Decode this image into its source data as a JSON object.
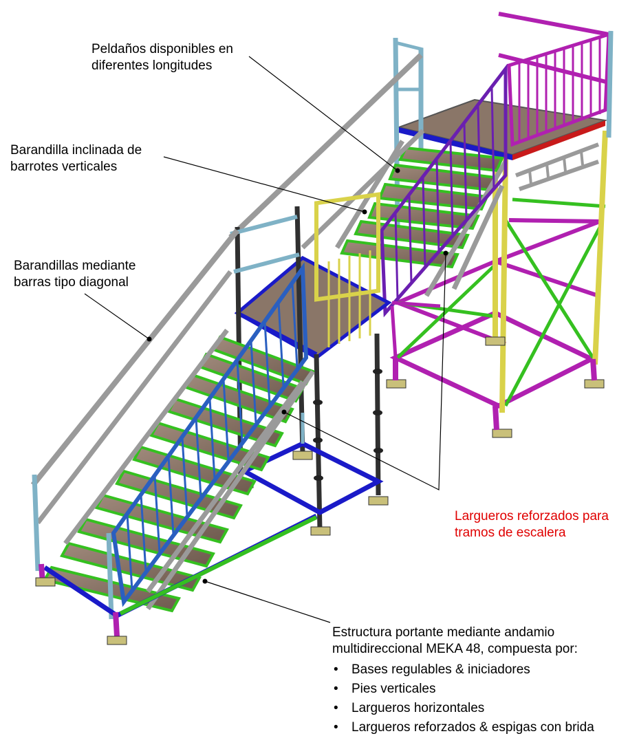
{
  "annotations": {
    "steps": [
      "Peldaños disponibles en",
      "diferentes longitudes"
    ],
    "inclined_rail": [
      "Barandilla inclinada de",
      "barrotes verticales"
    ],
    "diagonal_rails": [
      "Barandillas mediante",
      "barras tipo diagonal"
    ],
    "reinforced_stringers": [
      "Largueros reforzados para",
      "tramos de escalera"
    ],
    "structure": {
      "lines": [
        "Estructura portante mediante andamio",
        "multidireccional MEKA 48, compuesta por:"
      ],
      "items": [
        "Bases regulables & iniciadores",
        "Pies verticales",
        "Largueros horizontales",
        "Largueros reforzados & espigas con brida"
      ]
    }
  },
  "colors": {
    "tube_gray": "#9a9a9a",
    "standard_light_blue": "#7fb2c6",
    "tread_brown": "#8a6e5e",
    "tread_green": "#3fc53f",
    "ledger_green": "#35c020",
    "ledger_blue": "#1a1ac8",
    "brace_magenta": "#b020b0",
    "rail_blue": "#2a5fc0",
    "rail_purple": "#6a1fb0",
    "gate_yellow": "#d9d24a",
    "standard_black": "#303030",
    "stringer_red_label": "#e00000"
  }
}
